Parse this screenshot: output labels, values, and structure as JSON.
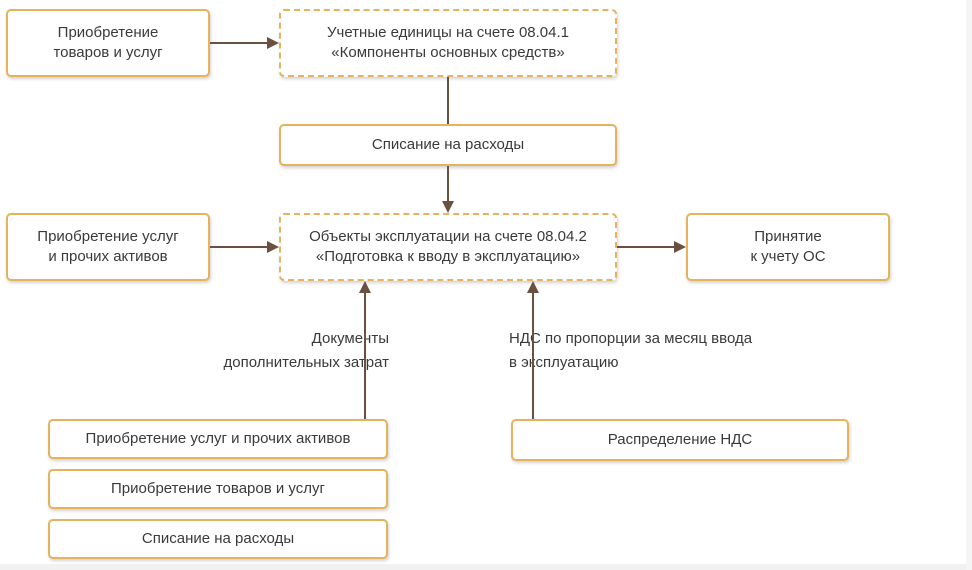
{
  "nodes": {
    "purchase_goods_services": "Приобретение\nтоваров и услуг",
    "account_08041": "Учетные единицы на счете 08.04.1\n«Компоненты основных средств»",
    "write_off_expenses": "Списание на расходы",
    "purchase_services_assets": "Приобретение услуг\nи прочих активов",
    "account_08042": "Объекты эксплуатации на счете 08.04.2\n«Подготовка к вводу в эксплуатацию»",
    "accept_os": "Принятие\nк учету ОС",
    "bottom_purchase_services_assets": "Приобретение услуг и прочих активов",
    "bottom_purchase_goods_services": "Приобретение товаров и услуг",
    "bottom_write_off_expenses": "Списание на расходы",
    "vat_distribution": "Распределение НДС"
  },
  "labels": {
    "additional_cost_docs": "Документы\nдополнительных затрат",
    "vat_proportion": "НДС по пропорции за месяц ввода\nв эксплуатацию"
  },
  "colors": {
    "box_border": "#e6b25c",
    "arrow": "#6b5042",
    "text": "#3a3a3a"
  }
}
